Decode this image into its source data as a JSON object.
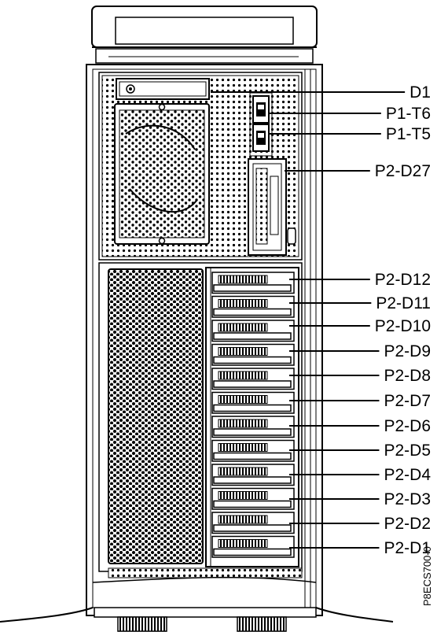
{
  "figure_id": "P8ECS700-0",
  "callouts": [
    {
      "label": "D1",
      "target": "dvd-bay"
    },
    {
      "label": "P1-T6",
      "target": "usb-port-upper"
    },
    {
      "label": "P1-T5",
      "target": "usb-port-lower"
    },
    {
      "label": "P2-D27",
      "target": "front-drive-bay"
    },
    {
      "label": "P2-D12",
      "target": "drive-slot-12"
    },
    {
      "label": "P2-D11",
      "target": "drive-slot-11"
    },
    {
      "label": "P2-D10",
      "target": "drive-slot-10"
    },
    {
      "label": "P2-D9",
      "target": "drive-slot-9"
    },
    {
      "label": "P2-D8",
      "target": "drive-slot-8"
    },
    {
      "label": "P2-D7",
      "target": "drive-slot-7"
    },
    {
      "label": "P2-D6",
      "target": "drive-slot-6"
    },
    {
      "label": "P2-D5",
      "target": "drive-slot-5"
    },
    {
      "label": "P2-D4",
      "target": "drive-slot-4"
    },
    {
      "label": "P2-D3",
      "target": "drive-slot-3"
    },
    {
      "label": "P2-D2",
      "target": "drive-slot-2"
    },
    {
      "label": "P2-D1",
      "target": "drive-slot-1"
    }
  ]
}
